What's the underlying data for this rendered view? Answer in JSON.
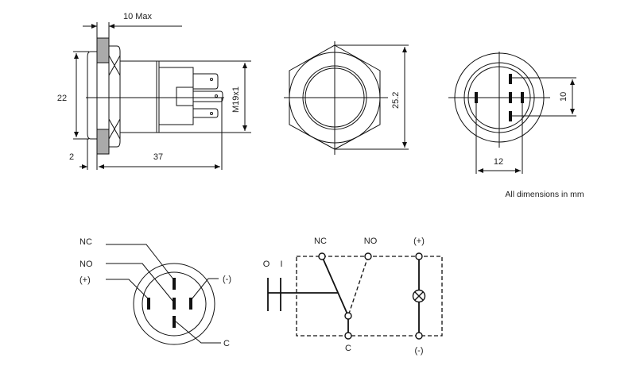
{
  "side_view": {
    "dim_max": "10 Max",
    "dim_bezel": "22",
    "dim_thread": "M19x1",
    "dim_front": "2",
    "dim_length": "37"
  },
  "front_view": {
    "dim_hex": "25.2"
  },
  "rear_view": {
    "dim_vertical": "10",
    "dim_horizontal": "12"
  },
  "note": "All dimensions in mm",
  "pinout": {
    "labels": {
      "nc": "NC",
      "no": "NO",
      "plus": "(+)",
      "minus": "(-)",
      "c": "C"
    }
  },
  "schematic": {
    "labels": {
      "o": "O",
      "i": "I",
      "nc": "NC",
      "no": "NO",
      "plus": "(+)",
      "c": "C",
      "minus": "(-)"
    }
  }
}
